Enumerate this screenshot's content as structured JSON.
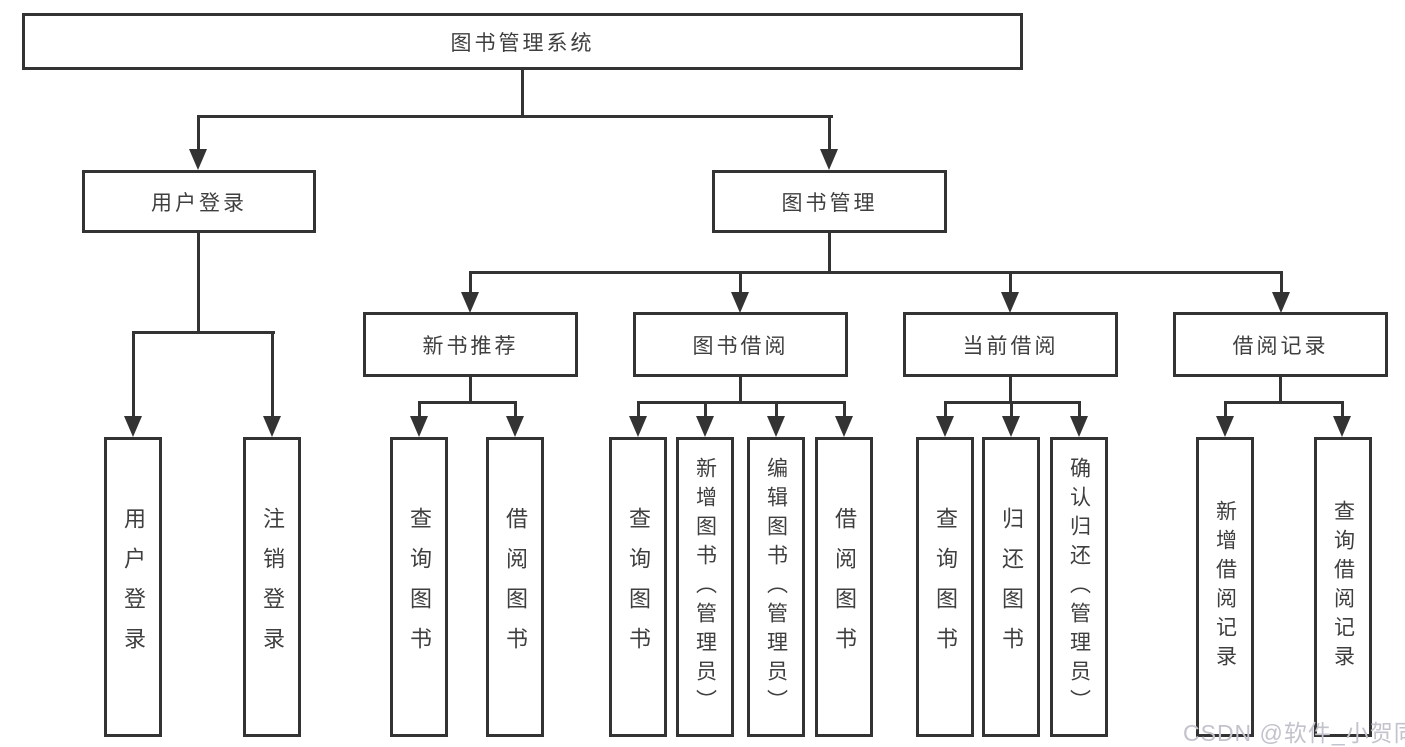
{
  "colors": {
    "line": "#333333",
    "text": "#3f3f3f",
    "background": "#ffffff",
    "watermark": "#c2c3cc"
  },
  "diagram": {
    "root": {
      "label": "图书管理系统"
    },
    "branches": [
      {
        "label": "用户登录",
        "children": [
          {
            "label": "用户登录"
          },
          {
            "label": "注销登录"
          }
        ]
      },
      {
        "label": "图书管理",
        "children": [
          {
            "label": "新书推荐",
            "children": [
              {
                "label": "查询图书"
              },
              {
                "label": "借阅图书"
              }
            ]
          },
          {
            "label": "图书借阅",
            "children": [
              {
                "label": "查询图书"
              },
              {
                "label": "新增图书（管理员）"
              },
              {
                "label": "编辑图书（管理员）"
              },
              {
                "label": "借阅图书"
              }
            ]
          },
          {
            "label": "当前借阅",
            "children": [
              {
                "label": "查询图书"
              },
              {
                "label": "归还图书"
              },
              {
                "label": "确认归还（管理员）"
              }
            ]
          },
          {
            "label": "借阅记录",
            "children": [
              {
                "label": "新增借阅记录"
              },
              {
                "label": "查询借阅记录"
              }
            ]
          }
        ]
      }
    ]
  },
  "watermark": {
    "text": "CSDN @软件_小贺同学"
  }
}
